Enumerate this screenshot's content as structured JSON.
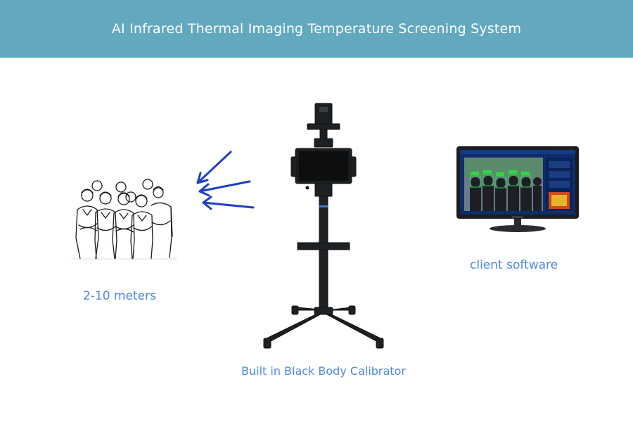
{
  "header": {
    "title": "AI Infrared Thermal Imaging Temperature Screening System"
  },
  "labels": {
    "distance": "2-10 meters",
    "software": "client software",
    "calibrator": "Built in Black Body Calibrator"
  },
  "colors": {
    "header_bg": "#62a9bf",
    "caption": "#4f86e0",
    "arrow": "#1f3fc4",
    "device": "#1e2124",
    "accent": "#2d7de0"
  },
  "icons": [
    "people-group-sketch",
    "signal-arrows",
    "kiosk-stand",
    "monitor"
  ]
}
